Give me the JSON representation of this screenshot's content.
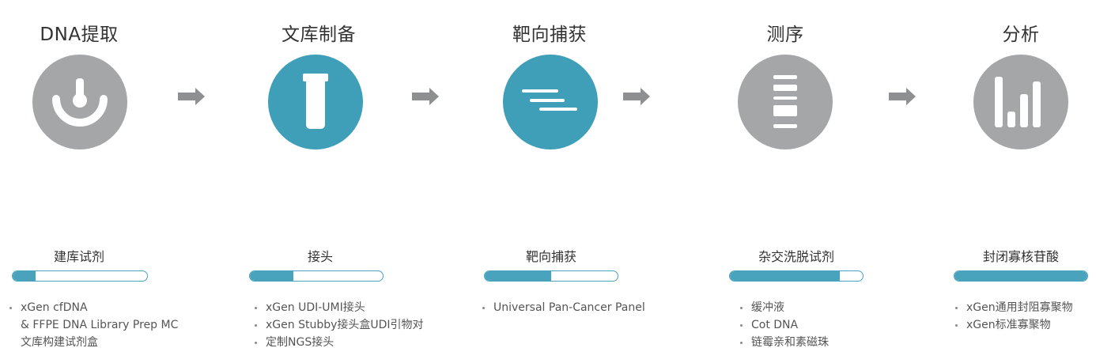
{
  "colors": {
    "teal": "#3f9fb8",
    "gray": "#a5a6a8",
    "arrow": "#8e8f91",
    "bar": "#4aa3bd"
  },
  "steps": [
    {
      "title": "DNA提取",
      "icon": "extraction-icon",
      "color": "#a5a6a8"
    },
    {
      "title": "文库制备",
      "icon": "tube-icon",
      "color": "#3f9fb8"
    },
    {
      "title": "靶向捕获",
      "icon": "capture-lines-icon",
      "color": "#3f9fb8"
    },
    {
      "title": "测序",
      "icon": "sequencing-icon",
      "color": "#a5a6a8"
    },
    {
      "title": "分析",
      "icon": "bar-chart-icon",
      "color": "#a5a6a8"
    }
  ],
  "products": [
    {
      "label": "建库试剂",
      "progress": 0.17,
      "items": [
        "xGen cfDNA",
        "& FFPE DNA Library Prep MC",
        "文库构建试剂盒"
      ]
    },
    {
      "label": "接头",
      "progress": 0.33,
      "items": [
        "xGen UDI-UMI接头",
        "xGen Stubby接头盒UDI引物对",
        "定制NGS接头"
      ]
    },
    {
      "label": "靶向捕获",
      "progress": 0.5,
      "items": [
        "Universal Pan-Cancer Panel"
      ]
    },
    {
      "label": "杂交洗脱试剂",
      "progress": 0.83,
      "items": [
        "缓冲液",
        "Cot DNA",
        "链霉亲和素磁珠"
      ]
    },
    {
      "label": "封闭寡核苷酸",
      "progress": 1.0,
      "items": [
        "xGen通用封阻寡聚物",
        "xGen标准寡聚物"
      ]
    }
  ]
}
